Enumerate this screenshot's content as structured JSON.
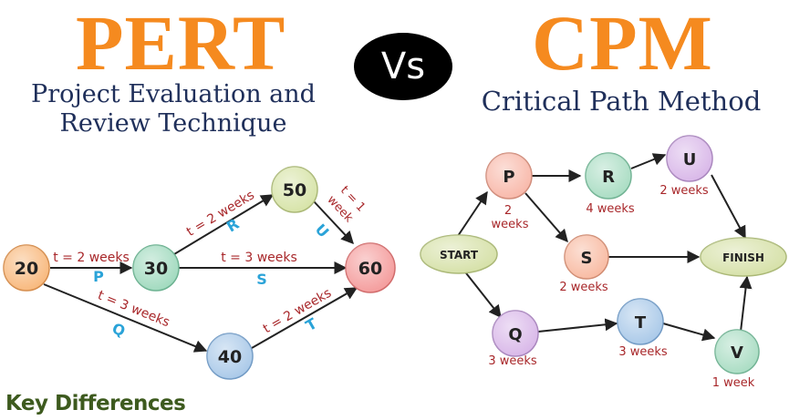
{
  "header": {
    "left_title": "PERT",
    "left_subtitle_line1": "Project Evaluation and",
    "left_subtitle_line2": "Review Technique",
    "vs_label": "Vs",
    "right_title": "CPM",
    "right_subtitle": "Critical Path Method"
  },
  "footer": {
    "label": "Key Differences"
  },
  "pert": {
    "nodes": [
      {
        "id": "n20",
        "label": "20",
        "color": "#f8b77a"
      },
      {
        "id": "n30",
        "label": "30",
        "color": "#9fd9bd"
      },
      {
        "id": "n50",
        "label": "50",
        "color": "#d6e3a6"
      },
      {
        "id": "n60",
        "label": "60",
        "color": "#f49a9a"
      },
      {
        "id": "n40",
        "label": "40",
        "color": "#a8c8e8"
      }
    ],
    "edges": [
      {
        "id": "P",
        "duration": "t = 2 weeks",
        "letter": "P"
      },
      {
        "id": "R",
        "duration": "t = 2 weeks",
        "letter": "R"
      },
      {
        "id": "U",
        "duration_line1": "t = 1",
        "duration_line2": "week",
        "letter": "U"
      },
      {
        "id": "S",
        "duration": "t = 3 weeks",
        "letter": "S"
      },
      {
        "id": "Q",
        "duration": "t = 3 weeks",
        "letter": "Q"
      },
      {
        "id": "T",
        "duration": "t = 2 weeks",
        "letter": "T"
      }
    ]
  },
  "cpm": {
    "nodes": [
      {
        "id": "start",
        "label": "START",
        "color": "#d5e0a6"
      },
      {
        "id": "P",
        "label": "P",
        "sub1": "2",
        "sub2": "weeks",
        "color": "#f8b7a8"
      },
      {
        "id": "R",
        "label": "R",
        "sub1": "4 weeks",
        "color": "#a8dcc2"
      },
      {
        "id": "U",
        "label": "U",
        "sub1": "2 weeks",
        "color": "#d8b6e8"
      },
      {
        "id": "S",
        "label": "S",
        "sub1": "2 weeks",
        "color": "#f8b9a0"
      },
      {
        "id": "finish",
        "label": "FINISH",
        "color": "#d5e0a6"
      },
      {
        "id": "Q",
        "label": "Q",
        "sub1": "3 weeks",
        "color": "#d8b6e8"
      },
      {
        "id": "T",
        "label": "T",
        "sub1": "3 weeks",
        "color": "#a8c8e8"
      },
      {
        "id": "V",
        "label": "V",
        "sub1": "1 week",
        "color": "#a8dcc2"
      }
    ]
  },
  "colors": {
    "title_orange": "#f58a1f",
    "subtitle_navy": "#1f2f5a",
    "duration_red": "#a8272a",
    "letter_cyan": "#2aa3d8",
    "footer_green": "#3d5a1e"
  }
}
